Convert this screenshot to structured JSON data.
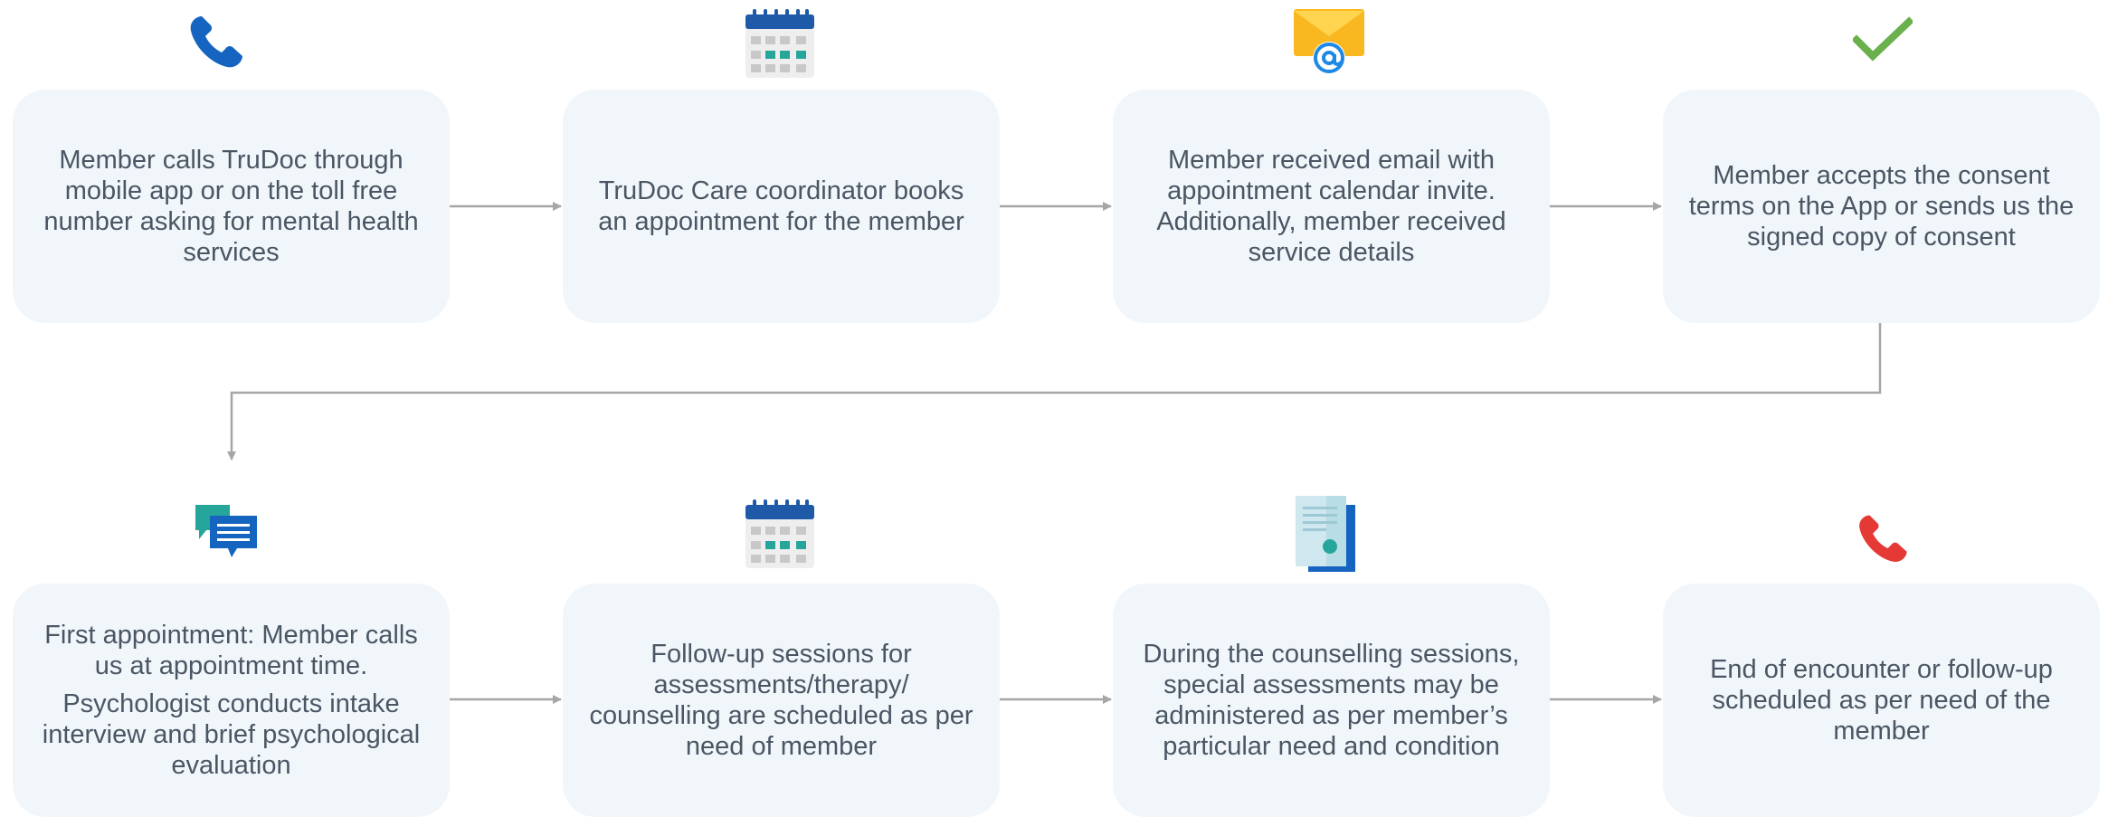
{
  "steps": [
    {
      "icon": "phone-icon",
      "lines": [
        "Member calls TruDoc through mobile app or on the toll free number asking for mental health services"
      ]
    },
    {
      "icon": "calendar-icon",
      "lines": [
        "TruDoc Care coordinator books an appointment for the member"
      ]
    },
    {
      "icon": "email-icon",
      "lines": [
        "Member received email with appointment calendar invite. Additionally, member received service details"
      ]
    },
    {
      "icon": "checkmark-icon",
      "lines": [
        "Member accepts the consent terms on the App or sends us the signed copy of consent"
      ]
    },
    {
      "icon": "chat-icon",
      "lines": [
        "First appointment: Member calls us at appointment time.",
        "Psychologist conducts intake interview and brief psychological evaluation"
      ]
    },
    {
      "icon": "calendar-icon",
      "lines": [
        "Follow-up sessions for assessments/therapy/ counselling are scheduled as per need of member"
      ]
    },
    {
      "icon": "document-icon",
      "lines": [
        "During the counselling sessions, special assessments may be administered as per member’s particular need and condition"
      ]
    },
    {
      "icon": "phone-hangup-icon",
      "lines": [
        "End of encounter or follow-up scheduled as per need of the member"
      ]
    }
  ],
  "colors": {
    "card_bg": "#f1f6fb",
    "text": "#4a5663",
    "arrow": "#a6a6a6",
    "phone_blue": "#1565c0",
    "check_green": "#6ab04c",
    "hangup_red": "#e53935",
    "calendar_teal": "#26a69a",
    "email_yellow": "#f9b820"
  }
}
